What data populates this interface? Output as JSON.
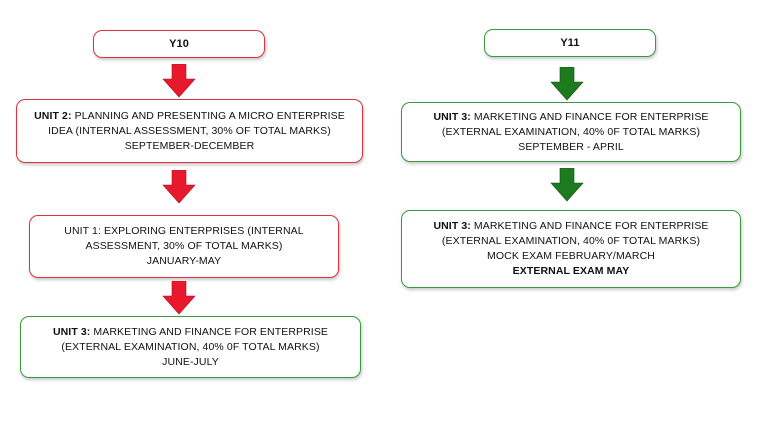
{
  "colors": {
    "red": "#e8182d",
    "green": "#1e7a1e",
    "red_border": "#e0303c",
    "green_border": "#3a9a3a"
  },
  "y10": {
    "header": "Y10",
    "boxes": [
      {
        "title": "UNIT 2:",
        "line1": " PLANNING AND PRESENTING A MICRO ENTERPRISE",
        "line2": "IDEA (INTERNAL ASSESSMENT, 30% OF TOTAL MARKS)",
        "line3": "SEPTEMBER-DECEMBER"
      },
      {
        "line1": "UNIT 1: EXPLORING ENTERPRISES  (INTERNAL",
        "line2": "ASSESSMENT, 30% OF TOTAL MARKS)",
        "line3": "JANUARY-MAY"
      },
      {
        "title": "UNIT 3:",
        "line1": " MARKETING AND FINANCE FOR ENTERPRISE",
        "line2": "(EXTERNAL EXAMINATION, 40% 0F TOTAL MARKS)",
        "line3": "JUNE-JULY"
      }
    ]
  },
  "y11": {
    "header": "Y11",
    "boxes": [
      {
        "title": "UNIT 3:",
        "line1": " MARKETING AND FINANCE FOR ENTERPRISE",
        "line2": "(EXTERNAL EXAMINATION, 40% 0F TOTAL MARKS)",
        "line3": "SEPTEMBER  - APRIL"
      },
      {
        "title": "UNIT 3:",
        "line1": " MARKETING AND FINANCE FOR ENTERPRISE",
        "line2": "(EXTERNAL EXAMINATION, 40% 0F TOTAL MARKS)",
        "line3": "MOCK EXAM FEBRUARY/MARCH",
        "line4": "EXTERNAL  EXAM MAY"
      }
    ]
  }
}
